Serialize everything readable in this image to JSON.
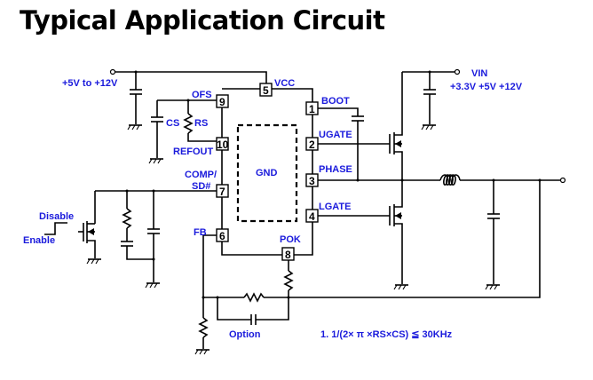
{
  "title": "Typical Application Circuit",
  "labels": {
    "vcc_supply": "+5V to +12V",
    "vin": "VIN",
    "vin_values": "+3.3V +5V +12V",
    "cs": "CS",
    "rs": "RS",
    "disable": "Disable",
    "enable": "Enable",
    "option": "Option",
    "gnd_pad": "GND",
    "note": "1. 1/(2× π ×RS×CS) ≦ 30KHz"
  },
  "pins": [
    {
      "number": "5",
      "name": "VCC"
    },
    {
      "number": "9",
      "name": "OFS"
    },
    {
      "number": "10",
      "name": "REFOUT"
    },
    {
      "number": "7",
      "name": "COMP/"
    },
    {
      "number": "6",
      "name": "FB"
    },
    {
      "number": "8",
      "name": "POK"
    },
    {
      "number": "1",
      "name": "BOOT"
    },
    {
      "number": "2",
      "name": "UGATE"
    },
    {
      "number": "3",
      "name": "PHASE"
    },
    {
      "number": "4",
      "name": "LGATE"
    }
  ],
  "pin7_name_line2": "SD#"
}
